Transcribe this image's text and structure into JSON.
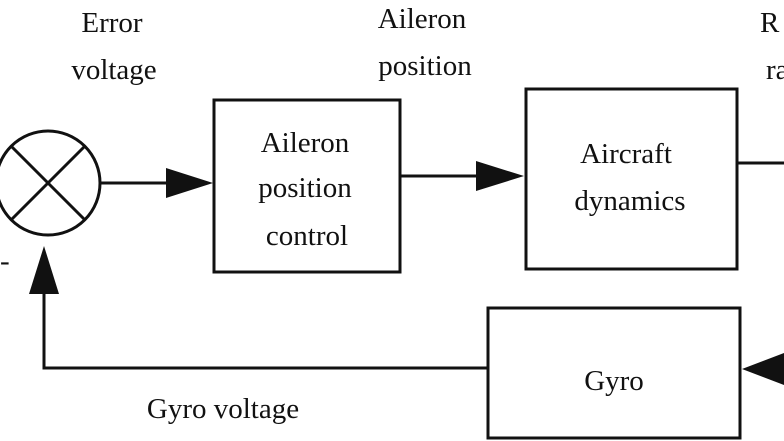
{
  "labels": {
    "error_voltage_line1": "Error",
    "error_voltage_line2": "voltage",
    "aileron_position_line1": "Aileron",
    "aileron_position_line2": "position",
    "roll_rate_partial_line1": "R",
    "roll_rate_partial_line2": "ra",
    "minus_sign": "-",
    "gyro_voltage": "Gyro voltage"
  },
  "blocks": {
    "aileron_control": {
      "line1": "Aileron",
      "line2": "position",
      "line3": "control"
    },
    "aircraft_dynamics": {
      "line1": "Aircraft",
      "line2": "dynamics"
    },
    "gyro": {
      "line1": "Gyro"
    }
  },
  "colors": {
    "ink": "#111111",
    "background": "#ffffff"
  }
}
